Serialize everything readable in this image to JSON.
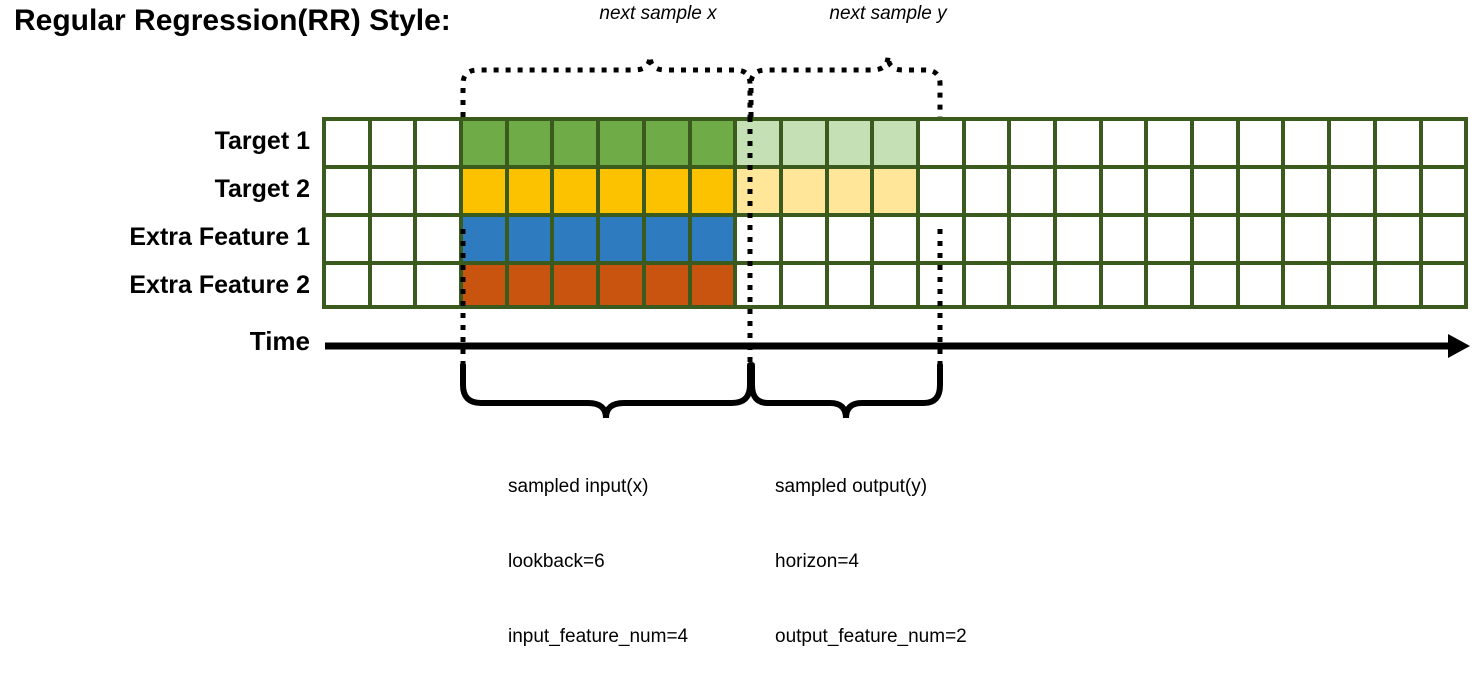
{
  "page_title": "Regular Regression(RR) Style:",
  "top_braces": [
    {
      "label": "next sample x",
      "name": "next-sample-x"
    },
    {
      "label": "next sample y",
      "name": "next-sample-y"
    }
  ],
  "rows": [
    {
      "label": "Target 1",
      "fill_main": "#6FAB46",
      "fill_light": "#C5E0B4"
    },
    {
      "label": "Target 2",
      "fill_main": "#FCC200",
      "fill_light": "#FFE699"
    },
    {
      "label": "Extra Feature 1",
      "fill_main": "#2E7BBF",
      "fill_light": "#FFFFFF"
    },
    {
      "label": "Extra Feature 2",
      "fill_main": "#C8540F",
      "fill_light": "#FFFFFF"
    }
  ],
  "grid": {
    "total_columns": 25,
    "empty_before": 3,
    "input_columns": 6,
    "output_columns": 4,
    "grid_line_color": "#3A5A1E",
    "empty_fill": "#FFFFFF"
  },
  "time_axis": {
    "label": "Time"
  },
  "bottom_braces": [
    {
      "name": "sampled-input",
      "lines": [
        "sampled input(x)",
        "lookback=6",
        "input_feature_num=4"
      ]
    },
    {
      "name": "sampled-output",
      "lines": [
        "sampled output(y)",
        "horizon=4",
        "output_feature_num=2"
      ]
    }
  ],
  "colors": {
    "grid_line": "#3A5A1E",
    "green": "#6FAB46",
    "green_light": "#C5E0B4",
    "yellow": "#FCC200",
    "yellow_light": "#FFE699",
    "blue": "#2E7BBF",
    "orange": "#C8540F",
    "ink": "#000000"
  }
}
